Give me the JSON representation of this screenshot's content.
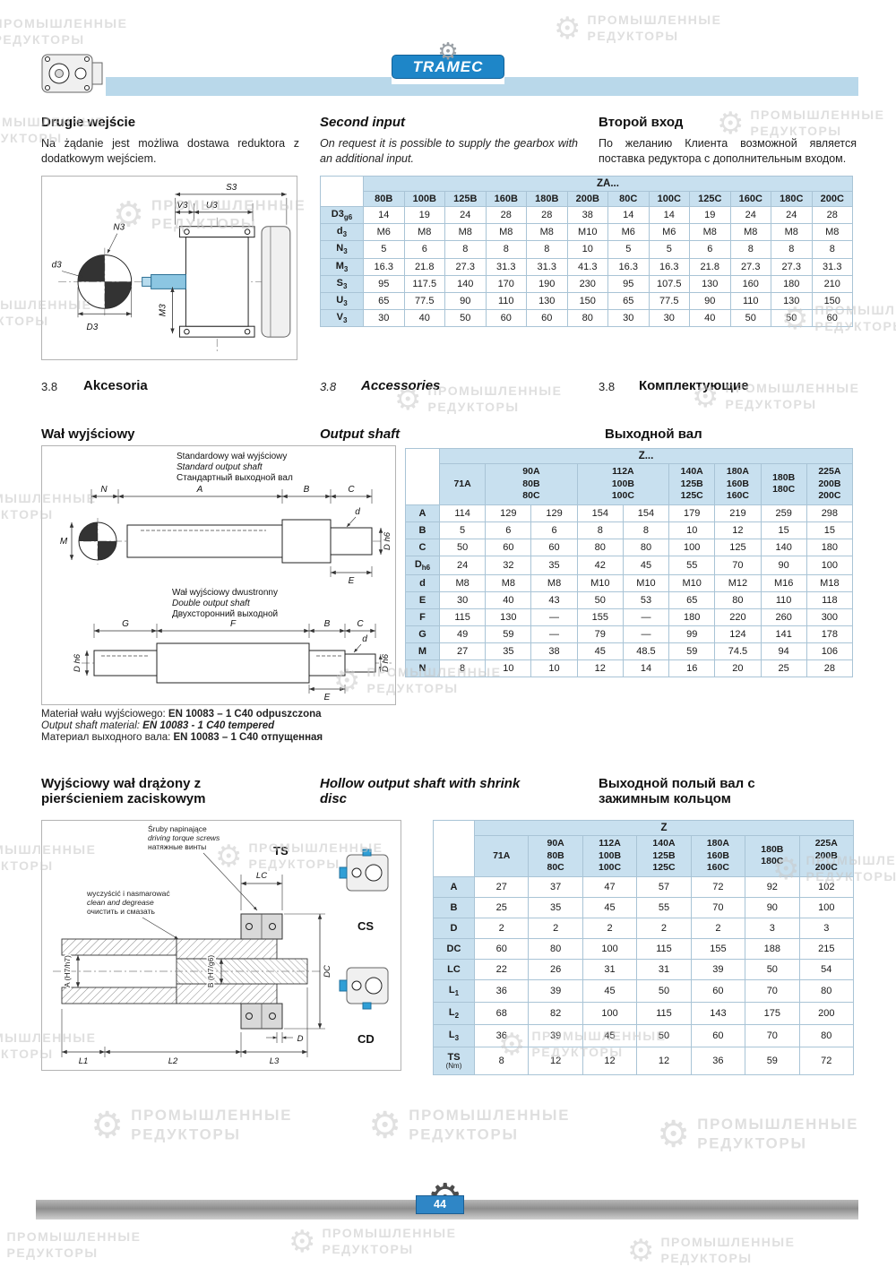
{
  "brand": {
    "logo_text": "TRAMEC"
  },
  "watermark": {
    "line1": "ПРОМЫШЛЕННЫЕ",
    "line2": "РЕДУКТОРЫ"
  },
  "footer": {
    "page_number": "44"
  },
  "second_input": {
    "heading_pl": "Drugie wejście",
    "heading_en": "Second input",
    "heading_ru": "Второй вход",
    "body_pl": "Na żądanie jest możliwa dostawa reduktora z dodatkowym wejściem.",
    "body_en": "On request it is possible to supply the gearbox with an additional input.",
    "body_ru": "По желанию Клиента возможной является поставка редуктора с дополнительным входом.",
    "labels": {
      "s3": "S3",
      "v3": "V3",
      "u3": "U3",
      "n3": "N3",
      "d3": "d3",
      "m3": "M3",
      "D3": "D3"
    },
    "table": {
      "title": "ZA...",
      "columns": [
        "80B",
        "100B",
        "125B",
        "160B",
        "180B",
        "200B",
        "80C",
        "100C",
        "125C",
        "160C",
        "180C",
        "200C"
      ],
      "rows": [
        {
          "label": "D3",
          "sub": "g6",
          "values": [
            "14",
            "19",
            "24",
            "28",
            "28",
            "38",
            "14",
            "14",
            "19",
            "24",
            "24",
            "28"
          ]
        },
        {
          "label": "d",
          "sub": "3",
          "values": [
            "M6",
            "M8",
            "M8",
            "M8",
            "M8",
            "M10",
            "M6",
            "M6",
            "M8",
            "M8",
            "M8",
            "M8"
          ]
        },
        {
          "label": "N",
          "sub": "3",
          "values": [
            "5",
            "6",
            "8",
            "8",
            "8",
            "10",
            "5",
            "5",
            "6",
            "8",
            "8",
            "8"
          ]
        },
        {
          "label": "M",
          "sub": "3",
          "values": [
            "16.3",
            "21.8",
            "27.3",
            "31.3",
            "31.3",
            "41.3",
            "16.3",
            "16.3",
            "21.8",
            "27.3",
            "27.3",
            "31.3"
          ]
        },
        {
          "label": "S",
          "sub": "3",
          "values": [
            "95",
            "117.5",
            "140",
            "170",
            "190",
            "230",
            "95",
            "107.5",
            "130",
            "160",
            "180",
            "210"
          ]
        },
        {
          "label": "U",
          "sub": "3",
          "values": [
            "65",
            "77.5",
            "90",
            "110",
            "130",
            "150",
            "65",
            "77.5",
            "90",
            "110",
            "130",
            "150"
          ]
        },
        {
          "label": "V",
          "sub": "3",
          "values": [
            "30",
            "40",
            "50",
            "60",
            "60",
            "80",
            "30",
            "30",
            "40",
            "50",
            "50",
            "60"
          ]
        }
      ]
    }
  },
  "accessories": {
    "number": "3.8",
    "heading_pl": "Akcesoria",
    "heading_en": "Accessories",
    "heading_ru": "Комплектующие"
  },
  "output_shaft": {
    "heading_pl": "Wał wyjściowy",
    "heading_en": "Output shaft",
    "heading_ru": "Выходной вал",
    "standard_pl": "Standardowy wał wyjściowy",
    "standard_en": "Standard output shaft",
    "standard_ru": "Стандартный выходной вал",
    "double_pl": "Wał wyjściowy dwustronny",
    "double_en": "Double output shaft",
    "double_ru": "Двухсторонний выходной",
    "material_pl_label": "Materiał wału wyjściowego:",
    "material_pl_value": "EN 10083 – 1 C40 odpuszczona",
    "material_en_label": "Output shaft material:",
    "material_en_value": "EN 10083 - 1 C40 tempered",
    "material_ru_label": "Материал выходного вала:",
    "material_ru_value": "EN 10083 – 1 C40 отпущенная",
    "labels": {
      "n": "N",
      "a": "A",
      "b": "B",
      "c": "C",
      "m": "M",
      "dh6": "D h6",
      "d": "d",
      "e": "E",
      "g": "G",
      "f": "F"
    },
    "table": {
      "title": "Z...",
      "columns": [
        {
          "label": "71A"
        },
        {
          "label": "90A\n80B\n80C",
          "span": 2
        },
        {
          "label": "112A\n100B\n100C",
          "span": 2
        },
        {
          "label": "140A\n125B\n125C"
        },
        {
          "label": "180A\n160B\n160C"
        },
        {
          "label": "180B\n180C"
        },
        {
          "label": "225A\n200B\n200C"
        }
      ],
      "rows": [
        {
          "label": "A",
          "values": [
            "114",
            "129",
            "129",
            "154",
            "154",
            "179",
            "219",
            "259",
            "298"
          ]
        },
        {
          "label": "B",
          "values": [
            "5",
            "6",
            "6",
            "8",
            "8",
            "10",
            "12",
            "15",
            "15"
          ]
        },
        {
          "label": "C",
          "values": [
            "50",
            "60",
            "60",
            "80",
            "80",
            "100",
            "125",
            "140",
            "180"
          ]
        },
        {
          "label": "D",
          "sub": "h6",
          "values": [
            "24",
            "32",
            "35",
            "42",
            "45",
            "55",
            "70",
            "90",
            "100"
          ]
        },
        {
          "label": "d",
          "values": [
            "M8",
            "M8",
            "M8",
            "M10",
            "M10",
            "M10",
            "M12",
            "M16",
            "M18"
          ]
        },
        {
          "label": "E",
          "values": [
            "30",
            "40",
            "43",
            "50",
            "53",
            "65",
            "80",
            "110",
            "118"
          ]
        },
        {
          "label": "F",
          "values": [
            "115",
            "130",
            "—",
            "155",
            "—",
            "180",
            "220",
            "260",
            "300"
          ]
        },
        {
          "label": "G",
          "values": [
            "49",
            "59",
            "—",
            "79",
            "—",
            "99",
            "124",
            "141",
            "178"
          ]
        },
        {
          "label": "M",
          "values": [
            "27",
            "35",
            "38",
            "45",
            "48.5",
            "59",
            "74.5",
            "94",
            "106"
          ]
        },
        {
          "label": "N",
          "values": [
            "8",
            "10",
            "10",
            "12",
            "14",
            "16",
            "20",
            "25",
            "28"
          ]
        }
      ]
    }
  },
  "hollow_shaft": {
    "heading_pl": "Wyjściowy wał drążony z pierścieniem zaciskowym",
    "heading_en": "Hollow output shaft with shrink disc",
    "heading_ru": "Выходной полый вал с зажимным кольцом",
    "note_screws_pl": "Śruby napinające",
    "note_screws_en": "driving torque screws",
    "note_screws_ru": "натяжные винты",
    "note_clean_pl": "wyczyścić i nasmarować",
    "note_clean_en": "clean and degrease",
    "note_clean_ru": "очистить и смазать",
    "labels": {
      "ts": "TS",
      "lc": "LC",
      "dc": "DC",
      "a": "A (H7/h7)",
      "b": "B (H7/g6)",
      "d": "D",
      "l1": "L1",
      "l2": "L2",
      "l3": "L3",
      "cs": "CS",
      "cd": "CD"
    },
    "table": {
      "title": "Z",
      "columns": [
        {
          "label": "71A"
        },
        {
          "label": "90A\n80B\n80C"
        },
        {
          "label": "112A\n100B\n100C"
        },
        {
          "label": "140A\n125B\n125C"
        },
        {
          "label": "180A\n160B\n160C"
        },
        {
          "label": "180B\n180C"
        },
        {
          "label": "225A\n200B\n200C"
        }
      ],
      "rows": [
        {
          "label": "A",
          "values": [
            "27",
            "37",
            "47",
            "57",
            "72",
            "92",
            "102"
          ]
        },
        {
          "label": "B",
          "values": [
            "25",
            "35",
            "45",
            "55",
            "70",
            "90",
            "100"
          ]
        },
        {
          "label": "D",
          "values": [
            "2",
            "2",
            "2",
            "2",
            "2",
            "3",
            "3"
          ]
        },
        {
          "label": "DC",
          "values": [
            "60",
            "80",
            "100",
            "115",
            "155",
            "188",
            "215"
          ]
        },
        {
          "label": "LC",
          "values": [
            "22",
            "26",
            "31",
            "31",
            "39",
            "50",
            "54"
          ]
        },
        {
          "label": "L",
          "sub": "1",
          "values": [
            "36",
            "39",
            "45",
            "50",
            "60",
            "70",
            "80"
          ]
        },
        {
          "label": "L",
          "sub": "2",
          "values": [
            "68",
            "82",
            "100",
            "115",
            "143",
            "175",
            "200"
          ]
        },
        {
          "label": "L",
          "sub": "3",
          "values": [
            "36",
            "39",
            "45",
            "50",
            "60",
            "70",
            "80"
          ]
        },
        {
          "label": "TS",
          "note": "(Nm)",
          "values": [
            "8",
            "12",
            "12",
            "12",
            "36",
            "59",
            "72"
          ]
        }
      ]
    }
  }
}
